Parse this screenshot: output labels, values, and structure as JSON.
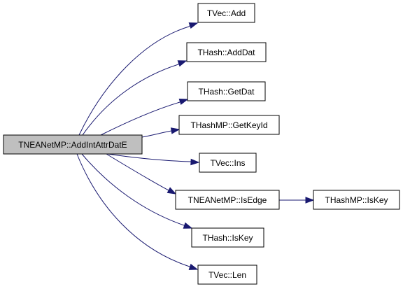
{
  "diagram": {
    "type": "call-graph",
    "colors": {
      "edge": "#191970",
      "root_fill": "#bfbfbf",
      "node_fill": "#ffffff",
      "node_border": "#000000"
    },
    "nodes": [
      {
        "id": "root",
        "label": "TNEANetMP::AddIntAttrDatE",
        "is_root": true
      },
      {
        "id": "n1",
        "label": "TVec::Add"
      },
      {
        "id": "n2",
        "label": "THash::AddDat"
      },
      {
        "id": "n3",
        "label": "THash::GetDat"
      },
      {
        "id": "n4",
        "label": "THashMP::GetKeyId"
      },
      {
        "id": "n5",
        "label": "TVec::Ins"
      },
      {
        "id": "n6",
        "label": "TNEANetMP::IsEdge"
      },
      {
        "id": "n7",
        "label": "THashMP::IsKey"
      },
      {
        "id": "n8",
        "label": "THash::IsKey"
      },
      {
        "id": "n9",
        "label": "TVec::Len"
      }
    ],
    "edges": [
      {
        "from": "root",
        "to": "n1"
      },
      {
        "from": "root",
        "to": "n2"
      },
      {
        "from": "root",
        "to": "n3"
      },
      {
        "from": "root",
        "to": "n4"
      },
      {
        "from": "root",
        "to": "n5"
      },
      {
        "from": "root",
        "to": "n6"
      },
      {
        "from": "root",
        "to": "n8"
      },
      {
        "from": "root",
        "to": "n9"
      },
      {
        "from": "n6",
        "to": "n7"
      }
    ]
  }
}
